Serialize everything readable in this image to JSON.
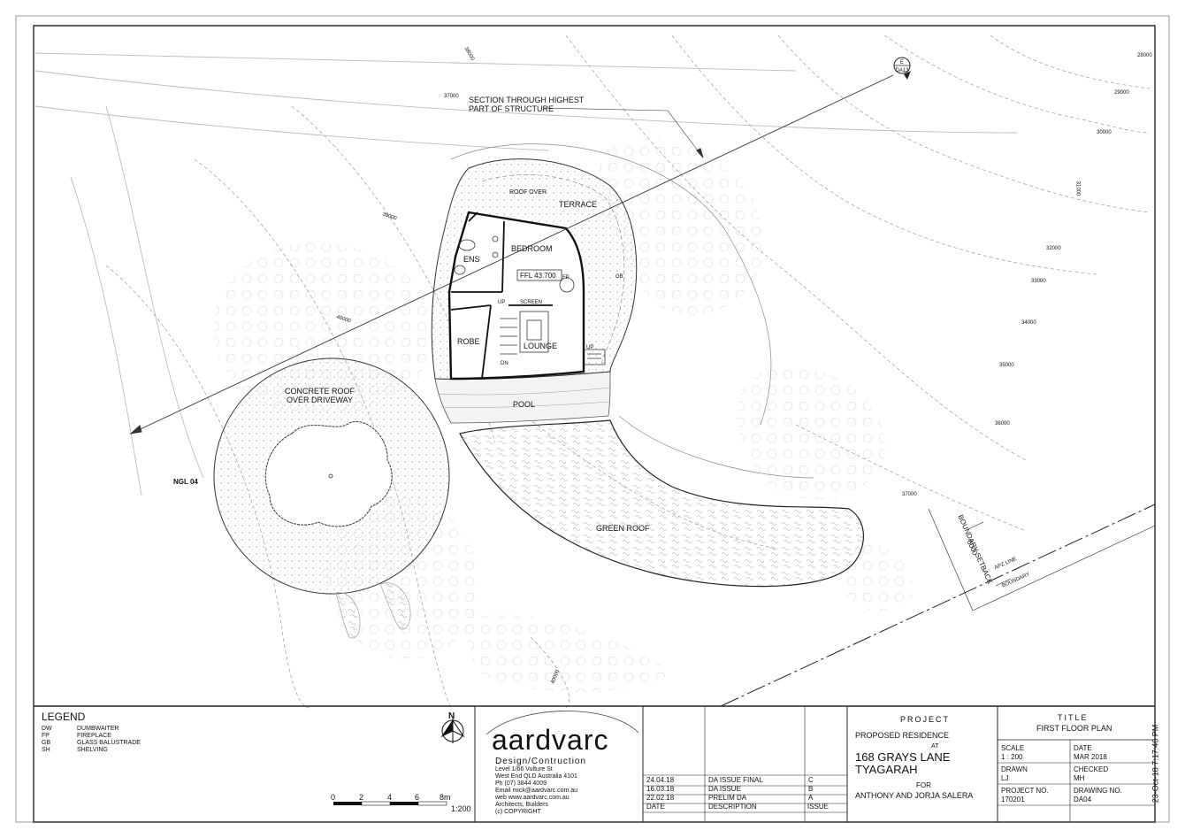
{
  "plan": {
    "section_note": [
      "SECTION THROUGH HIGHEST",
      "PART OF STRUCTURE"
    ],
    "section_marker": {
      "letter": "E",
      "sheet": "DA13"
    },
    "rooms": {
      "terrace": "TERRACE",
      "roof_over": "ROOF OVER",
      "bedroom": "BEDROOM",
      "ens": "ENS",
      "ffl": "FFL 43.700",
      "fp": "FP",
      "gb": "GB",
      "screen": "SCREEN",
      "up": "UP",
      "dn": "DN",
      "robe": "ROBE",
      "lounge": "LOUNGE",
      "pool": "POOL",
      "concrete_roof": [
        "CONCRETE ROOF",
        "OVER DRIVEWAY"
      ],
      "green_roof": "GREEN ROOF",
      "ngl": "NGL 04",
      "boundary_setback": "BOUNDARY SETBACK",
      "setback_dim": "6000",
      "apz_line": "APZ LINE",
      "boundary": "BOUNDARY"
    },
    "contours": [
      "39000",
      "38000",
      "37000",
      "36000",
      "35000",
      "34000",
      "33000",
      "32000",
      "31000",
      "30000",
      "29000",
      "28000",
      "40000"
    ]
  },
  "legend": {
    "title": "LEGEND",
    "items": [
      {
        "code": "DW",
        "desc": "DUMBWAITER"
      },
      {
        "code": "FP",
        "desc": "FIREPLACE"
      },
      {
        "code": "GB",
        "desc": "GLASS BALUSTRADE"
      },
      {
        "code": "SH",
        "desc": "SHELVING"
      }
    ]
  },
  "scalebar": {
    "ticks": [
      "0",
      "2",
      "4",
      "6",
      "8m"
    ],
    "ratio": "1:200"
  },
  "north": "N",
  "company": {
    "name": "aardvarc",
    "tagline": "Design/Contruction",
    "lines": [
      "Level 1/66 Vulture St",
      "West End QLD Australia 4101",
      "Ph (07) 3844 4009",
      "Email mick@aardvarc.com.au",
      "web www.aardvarc.com.au",
      "Architects, Builders",
      "(c) COPYRIGHT"
    ]
  },
  "revisions": {
    "rows": [
      {
        "date": "24.04.18",
        "desc": "DA ISSUE FINAL",
        "issue": "C"
      },
      {
        "date": "16.03.18",
        "desc": "DA ISSUE",
        "issue": "B"
      },
      {
        "date": "22.02.18",
        "desc": "PRELIM DA",
        "issue": "A"
      }
    ],
    "headers": {
      "date": "DATE",
      "desc": "DESCRIPTION",
      "issue": "ISSUE"
    }
  },
  "project": {
    "heading": "PROJECT",
    "line1": "PROPOSED RESIDENCE",
    "at": "AT",
    "address1": "168 GRAYS LANE",
    "address2": "TYAGARAH",
    "for": "FOR",
    "client": "ANTHONY AND JORJA SALERA"
  },
  "title": {
    "heading": "TITLE",
    "value": "FIRST FLOOR PLAN",
    "scale_label": "SCALE",
    "scale": "1 : 200",
    "date_label": "DATE",
    "date": "MAR 2018",
    "drawn_label": "DRAWN",
    "drawn": "LJ",
    "checked_label": "CHECKED",
    "checked": "MH",
    "projno_label": "PROJECT NO.",
    "projno": "170201",
    "drawno_label": "DRAWING NO.",
    "drawno": "DA04"
  },
  "timestamp": "23-Oct-18 7:17:46 PM"
}
